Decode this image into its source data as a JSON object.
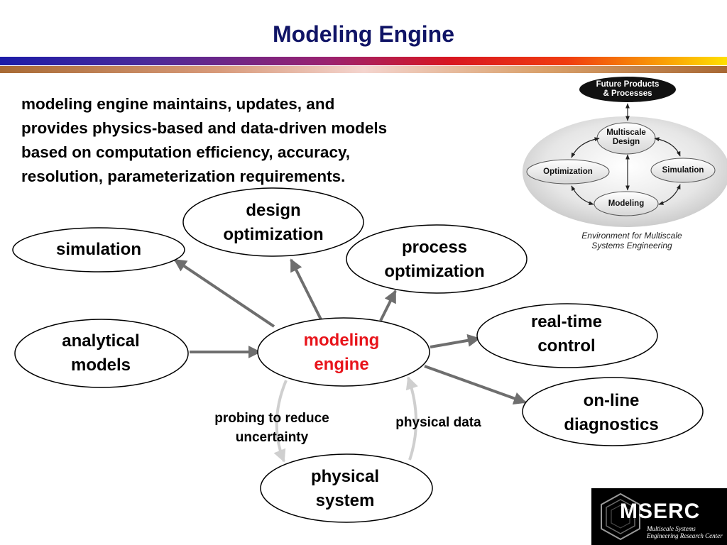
{
  "slide": {
    "title": "Modeling Engine",
    "intro_lines": [
      "modeling engine maintains, updates, and",
      "provides physics-based and data-driven models",
      "based on computation efficiency, accuracy,",
      "resolution, parameterization requirements."
    ]
  },
  "nodes": {
    "simulation": "simulation",
    "design_optimization": [
      "design",
      "optimization"
    ],
    "process_optimization": [
      "process",
      "optimization"
    ],
    "analytical_models": [
      "analytical",
      "models"
    ],
    "modeling_engine": [
      "modeling",
      "engine"
    ],
    "real_time_control": [
      "real-time",
      "control"
    ],
    "online_diagnostics": [
      "on-line",
      "diagnostics"
    ],
    "physical_system": [
      "physical",
      "system"
    ]
  },
  "edge_labels": {
    "probing": [
      "probing to reduce",
      "uncertainty"
    ],
    "physical_data": "physical data"
  },
  "inset": {
    "top": [
      "Future Products",
      "& Processes"
    ],
    "center": [
      "Multiscale",
      "Design"
    ],
    "left": "Optimization",
    "right": "Simulation",
    "bottom": "Modeling",
    "caption": [
      "Environment for Multiscale",
      "Systems Engineering"
    ]
  },
  "logo": {
    "word": "MSERC",
    "sub": [
      "Multiscale Systems",
      "Engineering Research Center"
    ]
  },
  "colors": {
    "title": "#101466",
    "highlight": "#e8141b",
    "arrow": "#6e6e6e",
    "feedback_arrow": "#cfcfcf"
  }
}
